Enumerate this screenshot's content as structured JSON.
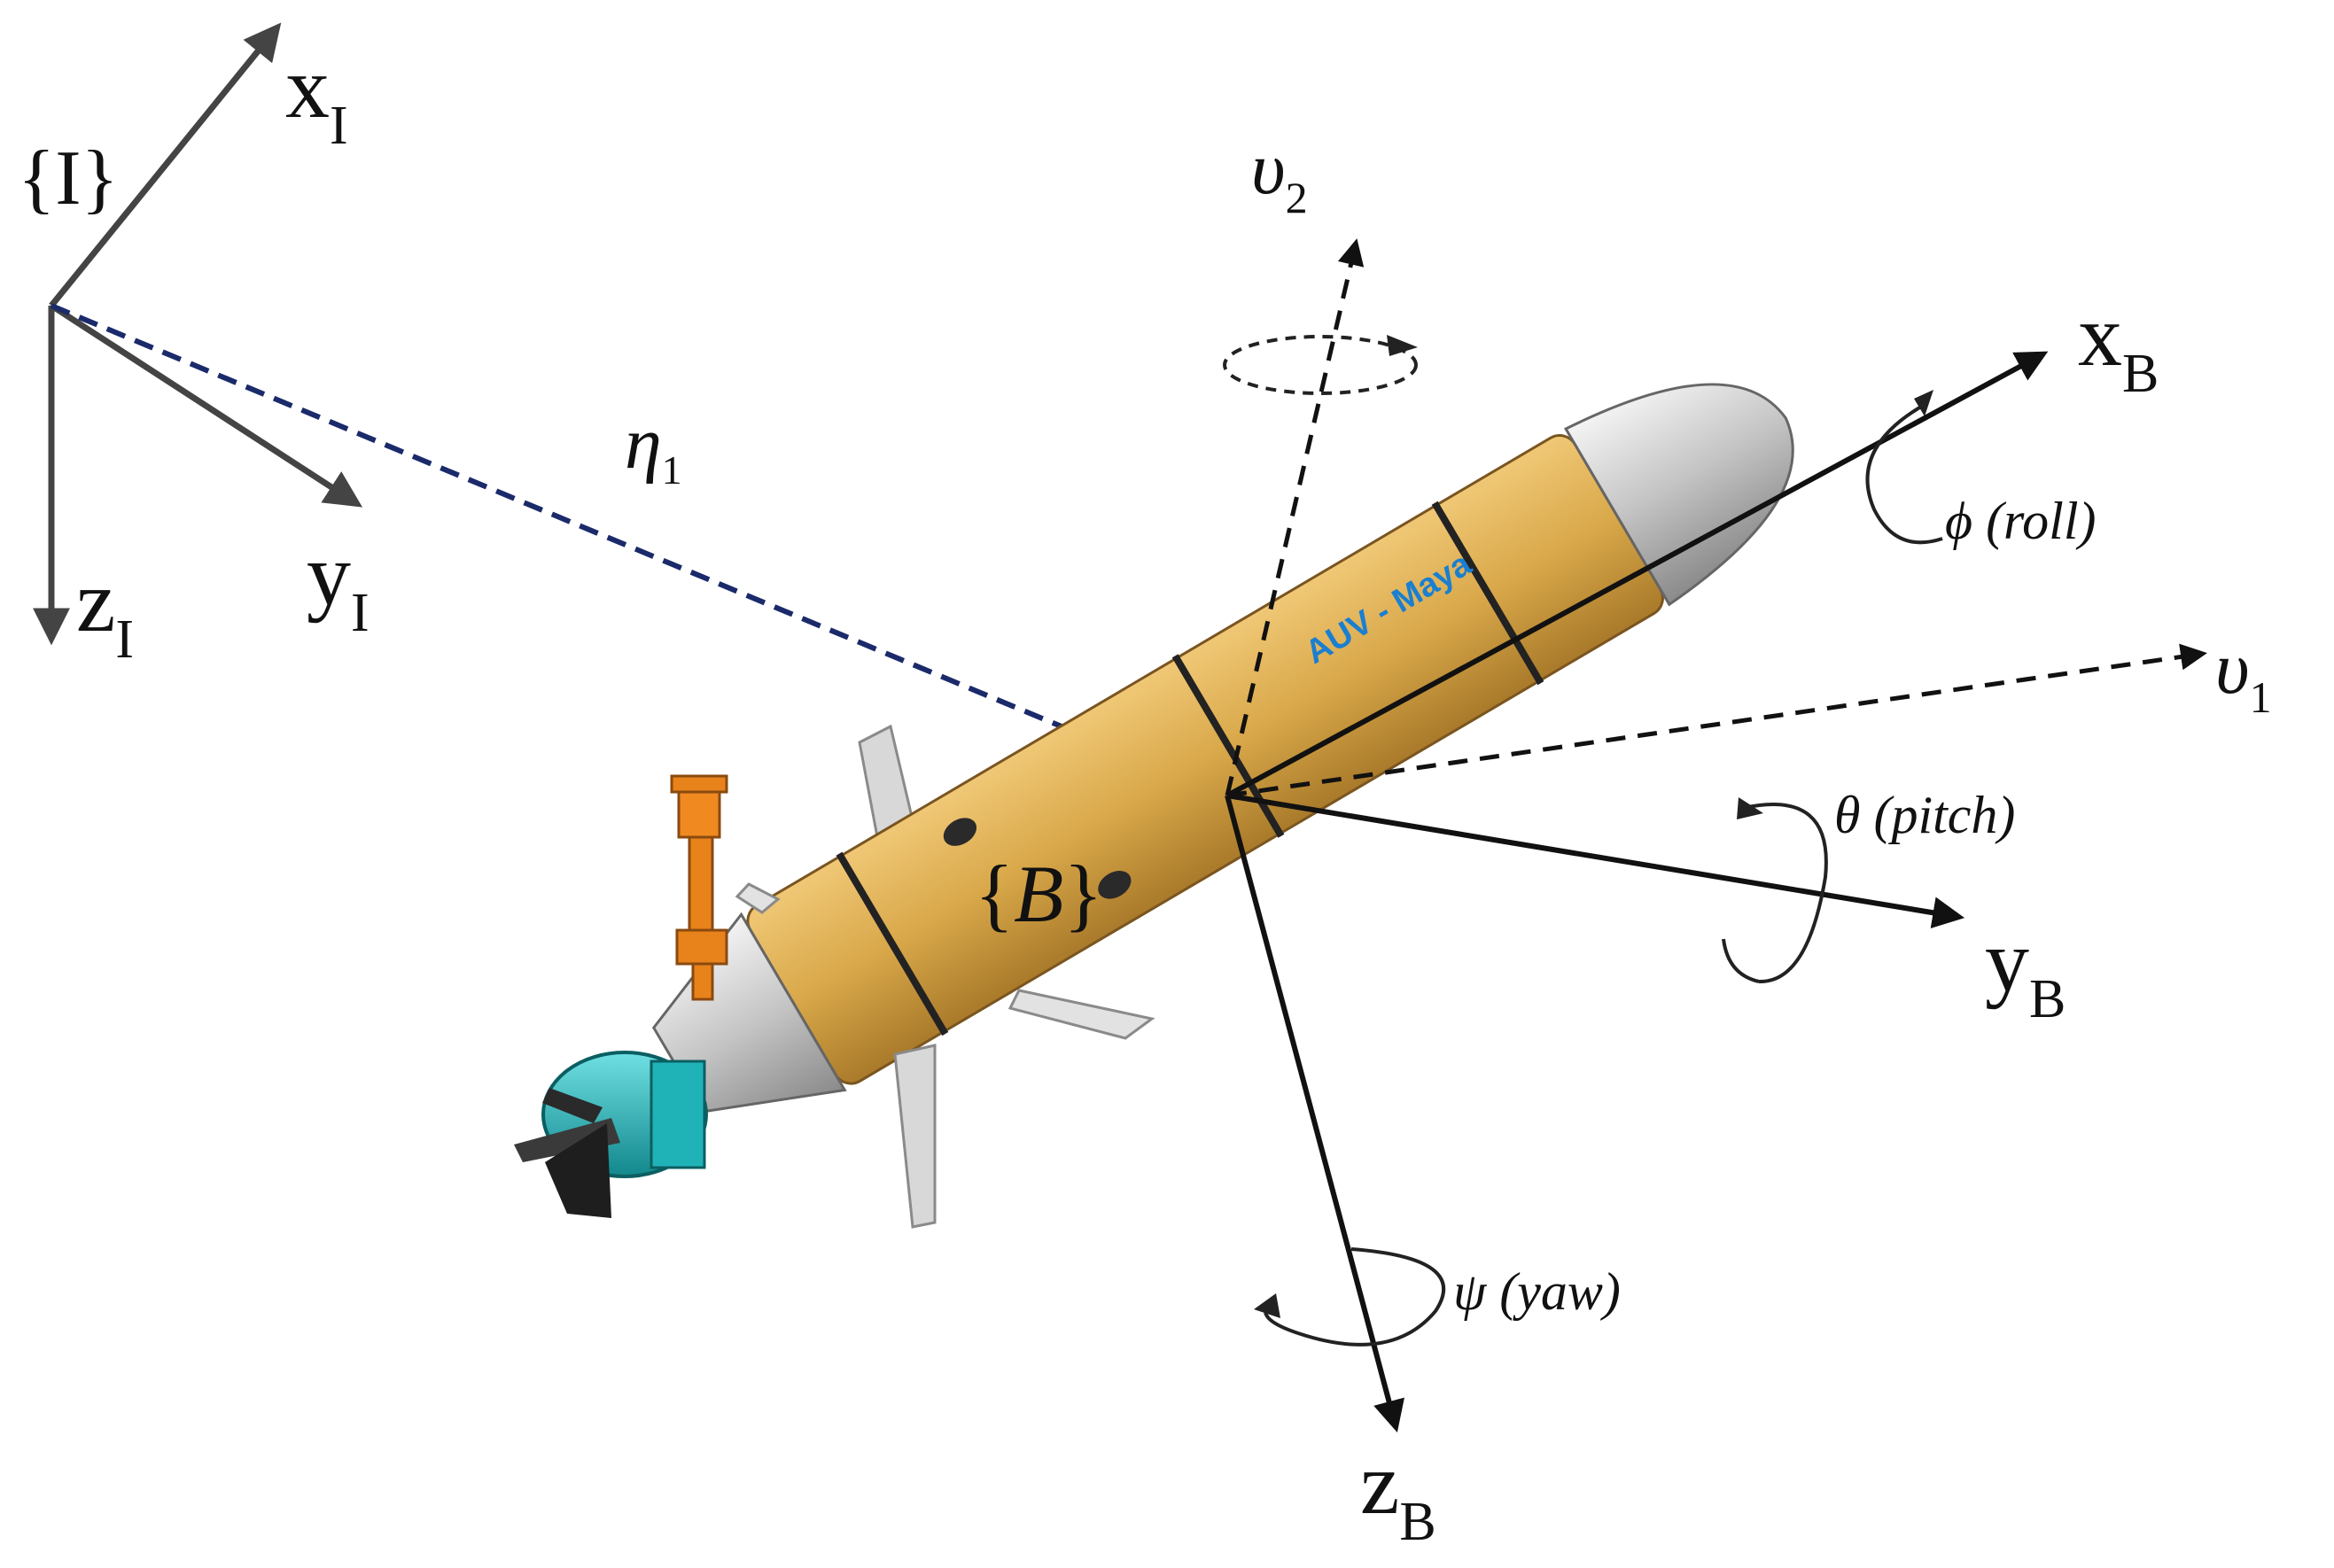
{
  "inertial_frame": {
    "label": "{I}",
    "x_axis": "x",
    "x_sub": "I",
    "y_axis": "y",
    "y_sub": "I",
    "z_axis": "z",
    "z_sub": "I"
  },
  "position_vector": {
    "symbol": "η",
    "sub": "1"
  },
  "body_frame": {
    "label_open": "{",
    "label_var": "B",
    "label_close": "}",
    "x_axis": "x",
    "x_sub": "B",
    "y_axis": "y",
    "y_sub": "B",
    "z_axis": "z",
    "z_sub": "B"
  },
  "velocities": {
    "v1": {
      "symbol": "υ",
      "sub": "1"
    },
    "v2": {
      "symbol": "υ",
      "sub": "2"
    }
  },
  "rotations": {
    "roll": {
      "symbol": "ϕ",
      "text": " (roll)"
    },
    "pitch": {
      "symbol": "θ",
      "text": " (pitch)"
    },
    "yaw": {
      "symbol": "ψ",
      "text": " (yaw)"
    }
  },
  "vehicle": {
    "hull_text": "AUV - Maya"
  },
  "colors": {
    "axis_dark": "#111111",
    "axis_inertial": "#444444",
    "eta_line": "#1a2a6a",
    "hull": "#d9a84a",
    "nose": "#c8c8c8",
    "thruster": "#1fb3b8",
    "mast": "#e8821a",
    "hull_text": "#1a7fd0"
  }
}
